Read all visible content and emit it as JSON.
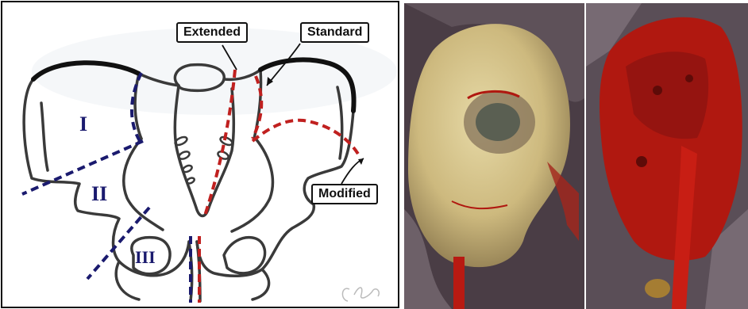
{
  "labels": {
    "extended": "Extended",
    "standard": "Standard",
    "modified": "Modified"
  },
  "zones": {
    "zone1": "I",
    "zone2": "II",
    "zone3": "III"
  },
  "signature": "C.Bolte",
  "colors": {
    "outline": "#3a3a3a",
    "navy_cut": "#1a1a6e",
    "red_cut": "#c0201f",
    "tissue_pale": "#d9c98e",
    "tissue_red": "#b01810"
  }
}
